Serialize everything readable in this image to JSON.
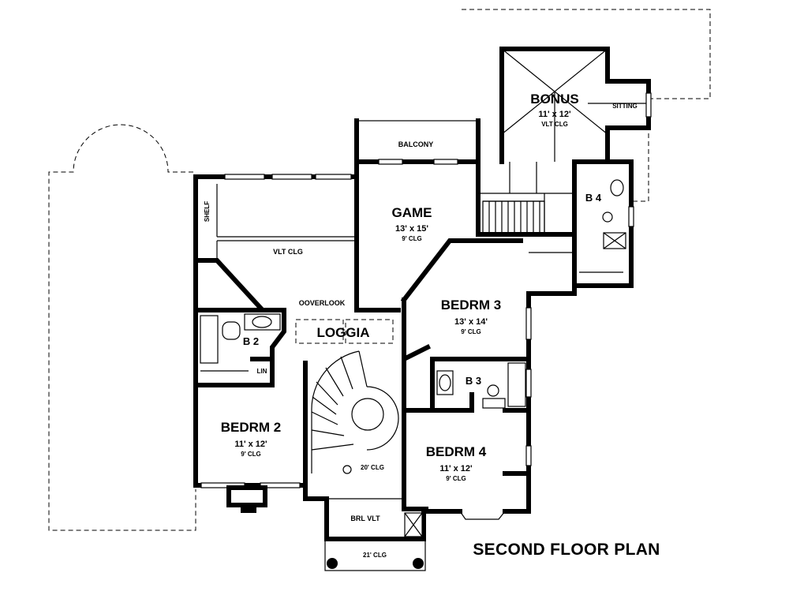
{
  "plan": {
    "title": "SECOND FLOOR PLAN",
    "rooms": {
      "bonus": {
        "name": "BONUS",
        "size": "11' x 12'",
        "ceiling": "VLT CLG",
        "sitting": "SITTING"
      },
      "balcony": {
        "name": "BALCONY"
      },
      "game": {
        "name": "GAME",
        "size": "13' x 15'",
        "ceiling": "9' CLG"
      },
      "b4": {
        "name": "B 4"
      },
      "shelf": {
        "name": "SHELF"
      },
      "vlt_clg": {
        "name": "VLT CLG"
      },
      "overlook": {
        "name": "OOVERLOOK"
      },
      "bedrm3": {
        "name": "BEDRM 3",
        "size": "13' x 14'",
        "ceiling": "9' CLG"
      },
      "loggia": {
        "name": "LOGGIA"
      },
      "b2": {
        "name": "B 2"
      },
      "lin": {
        "name": "LIN"
      },
      "b3": {
        "name": "B 3"
      },
      "bedrm2": {
        "name": "BEDRM 2",
        "size": "11' x 12'",
        "ceiling": "9' CLG"
      },
      "bedrm4": {
        "name": "BEDRM 4",
        "size": "11' x 12'",
        "ceiling": "9' CLG"
      },
      "stair": {
        "ceiling": "20' CLG"
      },
      "brl_vlt": {
        "name": "BRL VLT"
      },
      "entry": {
        "ceiling": "21' CLG"
      }
    }
  }
}
